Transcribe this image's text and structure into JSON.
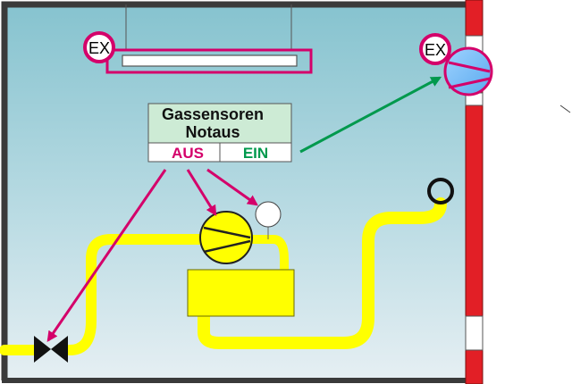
{
  "panel": {
    "title_line1": "Gassensoren",
    "title_line2": "Notaus",
    "off_label": "AUS",
    "on_label": "EIN"
  },
  "ex_marks": {
    "lamp": "EX",
    "fan": "EX"
  },
  "colors": {
    "room_top": "#8ec8d4",
    "room_bottom": "#e4eef2",
    "wall": "#3a3a3a",
    "pipe": "#ffff00",
    "magenta": "#d4006a",
    "green": "#00994d",
    "door": "#e21f26",
    "panel_bg": "#cdebd5"
  },
  "icons": {
    "lamp": "fluorescent-lamp-icon",
    "fan": "exhaust-fan-icon",
    "pump": "pump-icon",
    "valve": "valve-icon",
    "sensor": "sensor-icon",
    "inlet": "pipe-inlet-icon"
  }
}
